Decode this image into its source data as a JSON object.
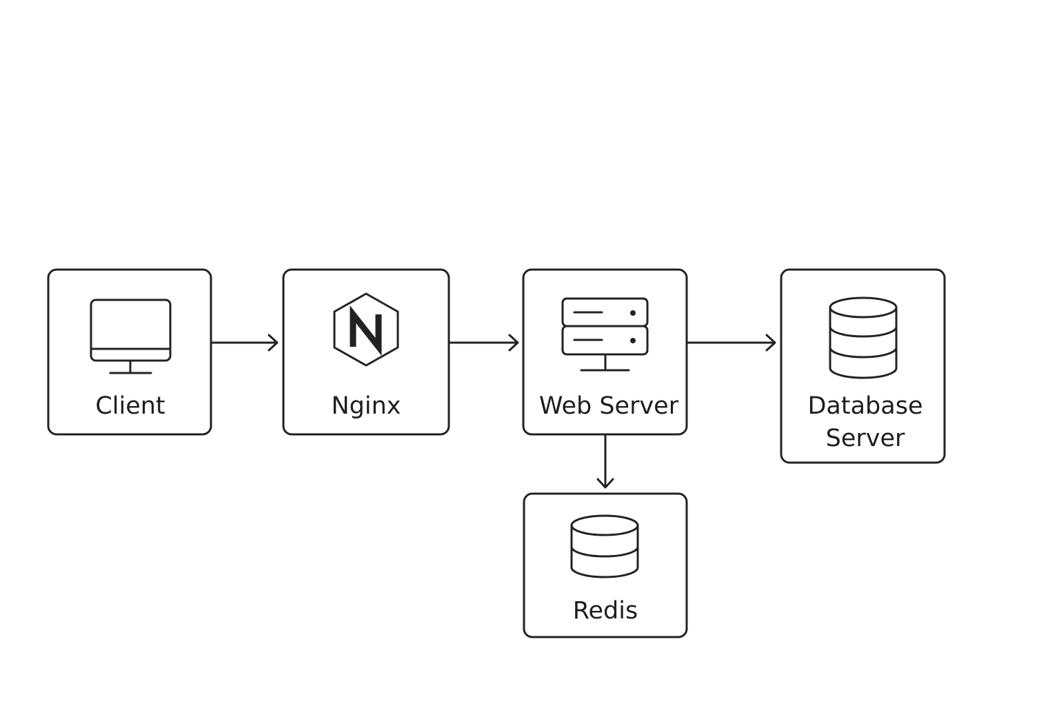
{
  "nodes": {
    "client": {
      "label": "Client",
      "icon": "monitor-icon"
    },
    "nginx": {
      "label": "Nginx",
      "icon": "nginx-hexagon-icon"
    },
    "web_server": {
      "label": "Web Server",
      "icon": "server-rack-icon"
    },
    "database_server": {
      "label_line1": "Database",
      "label_line2": "Server",
      "icon": "database-icon"
    },
    "redis": {
      "label": "Redis",
      "icon": "database-icon"
    }
  },
  "edges": [
    {
      "from": "Client",
      "to": "Nginx"
    },
    {
      "from": "Nginx",
      "to": "Web Server"
    },
    {
      "from": "Web Server",
      "to": "Database Server"
    },
    {
      "from": "Web Server",
      "to": "Redis"
    }
  ],
  "colors": {
    "stroke": "#222222",
    "background": "#ffffff"
  }
}
